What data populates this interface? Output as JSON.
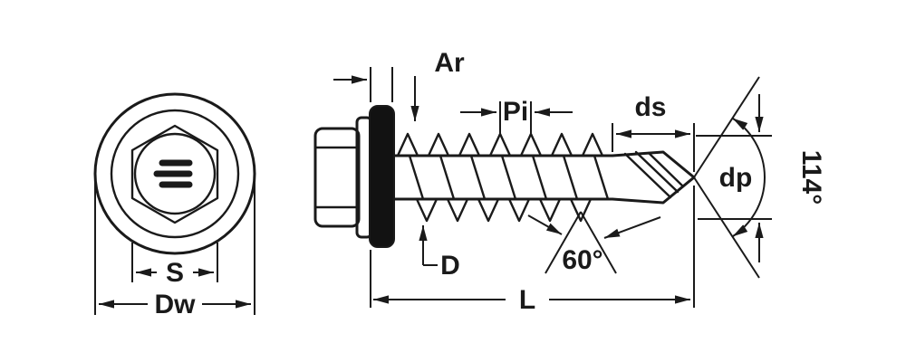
{
  "colors": {
    "line": "#1a1a1a",
    "washer_fill": "#121212",
    "background": "#ffffff"
  },
  "front_view": {
    "s": "S",
    "dw": "Dw"
  },
  "side_view": {
    "ar": "Ar",
    "pi": "Pi",
    "ds": "ds",
    "dp": "dp",
    "point_angle": "114°",
    "d": "D",
    "thread_angle": "60°",
    "length": "L"
  }
}
